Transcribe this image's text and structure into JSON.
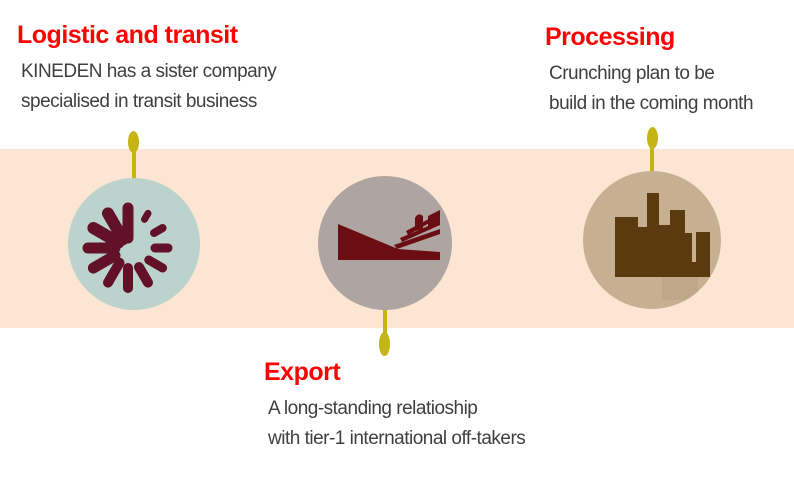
{
  "page": {
    "type": "infographic-slide",
    "background_color": "#ffffff",
    "band_color": "#fce6d3",
    "heading_color": "#fb0404",
    "body_text_color": "#3f3f3f",
    "pin_color": "#c4b513"
  },
  "sections": [
    {
      "id": "logistic-and-transit",
      "title": "Logistic and transit",
      "lines": [
        "KINEDEN has a sister company",
        "specialised in transit business"
      ],
      "icon": "spiral-icon",
      "circle_color": "#bcd2cc",
      "icon_color": "#621129",
      "pin_position": "above-circle"
    },
    {
      "id": "export",
      "title": "Export",
      "lines": [
        "A long-standing relatioship",
        "with tier-1 international off-takers"
      ],
      "icon": "ship-icon",
      "circle_color": "#aea5a2",
      "icon_color": "#6b0e14",
      "pin_position": "below-circle"
    },
    {
      "id": "processing",
      "title": "Processing",
      "lines": [
        "Crunching plan to be",
        "build in the coming month"
      ],
      "icon": "factory-icon",
      "circle_color": "#c7b092",
      "icon_color": "#5b3a10",
      "icon_base_color": "#bfa887",
      "pin_position": "above-circle"
    }
  ]
}
